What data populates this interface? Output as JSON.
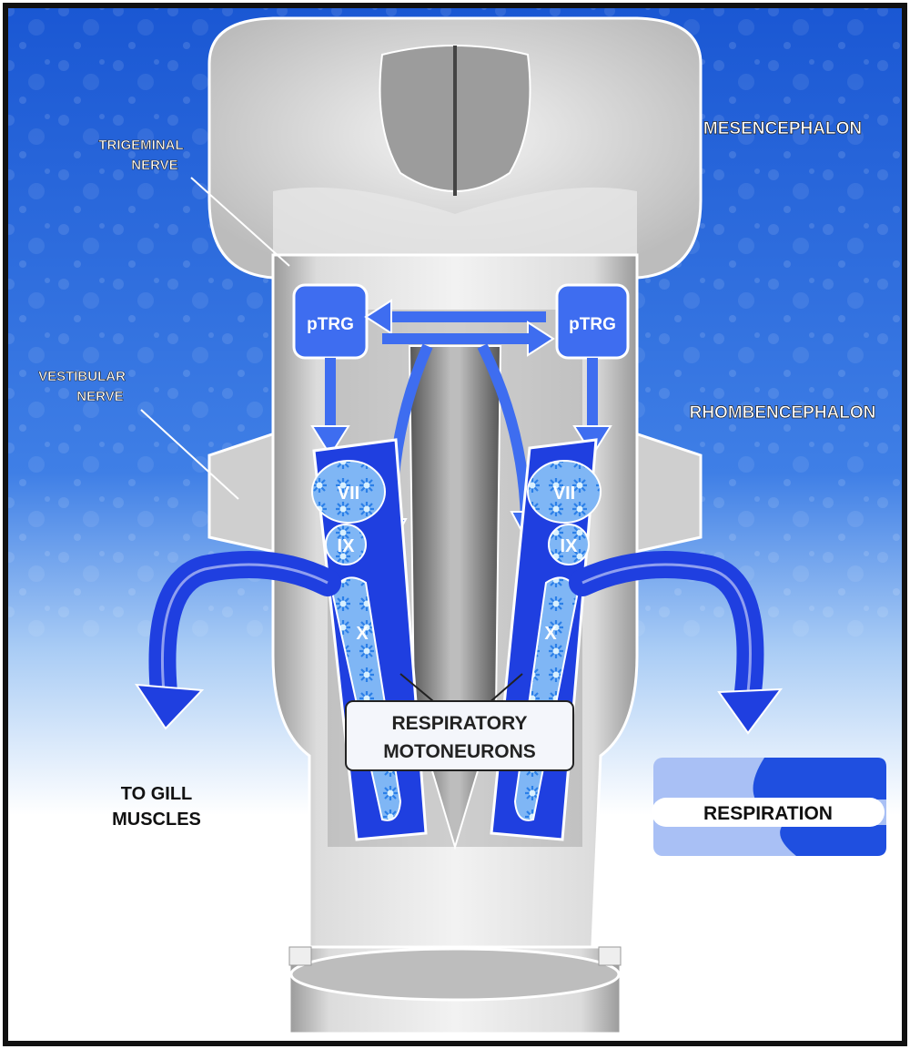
{
  "labels": {
    "trigeminal_line1": "TRIGEMINAL",
    "trigeminal_line2": "NERVE",
    "vestibular_line1": "VESTIBULAR",
    "vestibular_line2": "NERVE",
    "mesencephalon": "MESENCEPHALON",
    "rhombencephalon": "RHOMBENCEPHALON",
    "ptrg_left": "pTRG",
    "ptrg_right": "pTRG",
    "nucleus_vii_left": "VII",
    "nucleus_ix_left": "IX",
    "nucleus_x_left": "X",
    "nucleus_vii_right": "VII",
    "nucleus_ix_right": "IX",
    "nucleus_x_right": "X",
    "motoneurons_line1": "RESPIRATORY",
    "motoneurons_line2": "MOTONEURONS",
    "gill_line1": "TO GILL",
    "gill_line2": "MUSCLES",
    "respiration": "RESPIRATION"
  },
  "colors": {
    "accent_blue": "#1f4fe0",
    "light_blue": "#4c7cf0",
    "pale_blue": "#a9c0f5",
    "background_top": "#1a5bd6",
    "tissue_gray": "#d9d9d9",
    "dark_gray": "#555555",
    "frame_border": "#111111"
  },
  "icons": [
    "arrow-icon",
    "neuron-cluster-icon"
  ]
}
